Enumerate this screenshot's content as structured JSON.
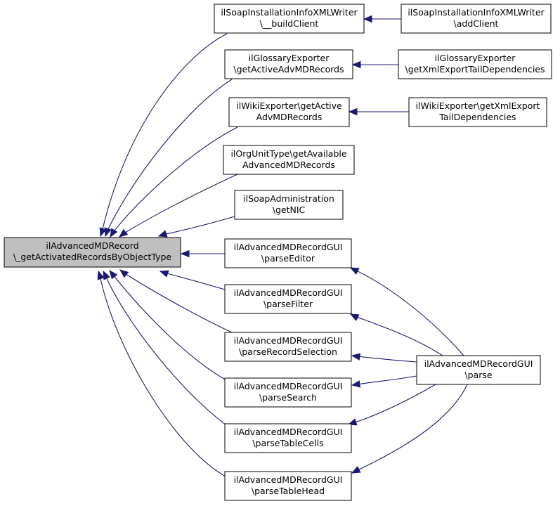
{
  "diagram": {
    "nodes": [
      {
        "id": "root",
        "lines": [
          "ilAdvancedMDRecord",
          "\\_getActivatedRecordsByObjectType"
        ],
        "highlighted": true
      },
      {
        "id": "soap_build",
        "lines": [
          "ilSoapInstallationInfoXMLWriter",
          "\\__buildClient"
        ]
      },
      {
        "id": "soap_add",
        "lines": [
          "ilSoapInstallationInfoXMLWriter",
          "\\addClient"
        ]
      },
      {
        "id": "glossary_get",
        "lines": [
          "ilGlossaryExporter",
          "\\getActiveAdvMDRecords"
        ]
      },
      {
        "id": "glossary_tail",
        "lines": [
          "ilGlossaryExporter",
          "\\getXmlExportTailDependencies"
        ]
      },
      {
        "id": "wiki_get",
        "lines": [
          "ilWikiExporter\\getActive",
          "AdvMDRecords"
        ]
      },
      {
        "id": "wiki_tail",
        "lines": [
          "ilWikiExporter\\getXmlExport",
          "TailDependencies"
        ]
      },
      {
        "id": "orgunit",
        "lines": [
          "ilOrgUnitType\\getAvailable",
          "AdvancedMDRecords"
        ]
      },
      {
        "id": "soap_admin",
        "lines": [
          "ilSoapAdministration",
          "\\getNIC"
        ]
      },
      {
        "id": "gui_editor",
        "lines": [
          "ilAdvancedMDRecordGUI",
          "\\parseEditor"
        ]
      },
      {
        "id": "gui_filter",
        "lines": [
          "ilAdvancedMDRecordGUI",
          "\\parseFilter"
        ]
      },
      {
        "id": "gui_recsel",
        "lines": [
          "ilAdvancedMDRecordGUI",
          "\\parseRecordSelection"
        ]
      },
      {
        "id": "gui_search",
        "lines": [
          "ilAdvancedMDRecordGUI",
          "\\parseSearch"
        ]
      },
      {
        "id": "gui_cells",
        "lines": [
          "ilAdvancedMDRecordGUI",
          "\\parseTableCells"
        ]
      },
      {
        "id": "gui_head",
        "lines": [
          "ilAdvancedMDRecordGUI",
          "\\parseTableHead"
        ]
      },
      {
        "id": "gui_parse",
        "lines": [
          "ilAdvancedMDRecordGUI",
          "\\parse"
        ]
      }
    ],
    "edges": [
      {
        "from": "soap_build",
        "to": "root"
      },
      {
        "from": "glossary_get",
        "to": "root"
      },
      {
        "from": "wiki_get",
        "to": "root"
      },
      {
        "from": "orgunit",
        "to": "root"
      },
      {
        "from": "soap_admin",
        "to": "root"
      },
      {
        "from": "gui_editor",
        "to": "root"
      },
      {
        "from": "gui_filter",
        "to": "root"
      },
      {
        "from": "gui_recsel",
        "to": "root"
      },
      {
        "from": "gui_search",
        "to": "root"
      },
      {
        "from": "gui_cells",
        "to": "root"
      },
      {
        "from": "gui_head",
        "to": "root"
      },
      {
        "from": "soap_add",
        "to": "soap_build"
      },
      {
        "from": "glossary_tail",
        "to": "glossary_get"
      },
      {
        "from": "wiki_tail",
        "to": "wiki_get"
      },
      {
        "from": "gui_parse",
        "to": "gui_editor"
      },
      {
        "from": "gui_parse",
        "to": "gui_filter"
      },
      {
        "from": "gui_parse",
        "to": "gui_recsel"
      },
      {
        "from": "gui_parse",
        "to": "gui_search"
      },
      {
        "from": "gui_parse",
        "to": "gui_cells"
      },
      {
        "from": "gui_parse",
        "to": "gui_head"
      }
    ],
    "colors": {
      "edge": "#191970",
      "node_border": "#000000",
      "node_fill": "#ffffff",
      "highlight_fill": "#bfbfbf"
    }
  }
}
